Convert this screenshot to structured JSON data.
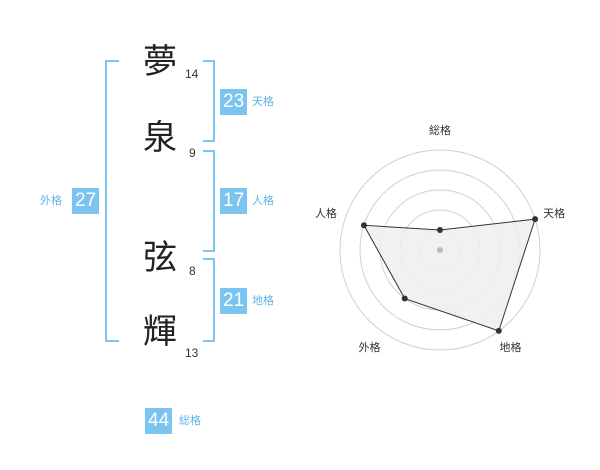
{
  "name": {
    "chars": [
      {
        "char": "夢",
        "strokes": "14"
      },
      {
        "char": "泉",
        "strokes": "9"
      },
      {
        "char": "弦",
        "strokes": "8"
      },
      {
        "char": "輝",
        "strokes": "13"
      }
    ]
  },
  "fortune": {
    "tenkaku": {
      "value": "23",
      "label": "天格"
    },
    "jinkaku": {
      "value": "17",
      "label": "人格"
    },
    "chikaku": {
      "value": "21",
      "label": "地格"
    },
    "gaikaku": {
      "value": "27",
      "label": "外格"
    },
    "soukaku": {
      "value": "44",
      "label": "総格"
    }
  },
  "radar": {
    "axes": [
      "総格",
      "天格",
      "地格",
      "外格",
      "人格"
    ],
    "levels": 5,
    "values": [
      1,
      5,
      5,
      3,
      4
    ],
    "max": 5,
    "colors": {
      "fill": "#efefef",
      "stroke": "#333333",
      "grid": "#d0d0d0",
      "point": "#333333",
      "center": "#bbbbbb"
    }
  },
  "colors": {
    "accent": "#7cc4f0",
    "label": "#5fb3e6"
  }
}
